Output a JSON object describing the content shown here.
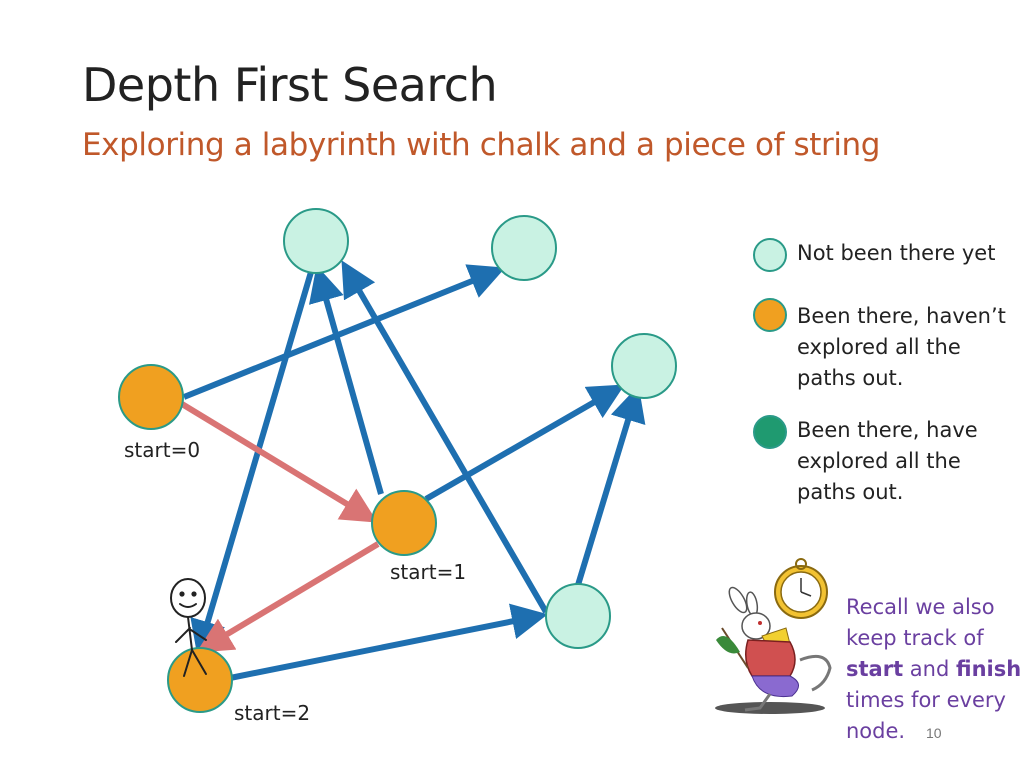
{
  "title": "Depth First Search",
  "subtitle": "Exploring a labyrinth with chalk and a piece of string",
  "colors": {
    "unvisited": "#c9f2e3",
    "in_progress": "#f0a020",
    "done": "#1f9a70",
    "edge": "#1e6fb0",
    "traversed_edge": "#d97474",
    "subtitle": "#c0582a",
    "recall_text": "#6a3fa0"
  },
  "legend": [
    {
      "state": "unvisited",
      "text": "Not been there yet"
    },
    {
      "state": "in_progress",
      "text": "Been there, haven’t explored all the paths out."
    },
    {
      "state": "done",
      "text": "Been there, have explored all the paths out."
    }
  ],
  "node_labels": {
    "start0": "start=0",
    "start1": "start=1",
    "start2": "start=2"
  },
  "recall": {
    "line1": "Recall we also keep track of",
    "start_word": "start",
    "and_word": "and",
    "finish_word": "finish",
    "line3": "times for every node."
  },
  "page_number": "10",
  "icons": {
    "stick_figure": "stick-figure-icon",
    "rabbit": "white-rabbit-clock-icon"
  }
}
